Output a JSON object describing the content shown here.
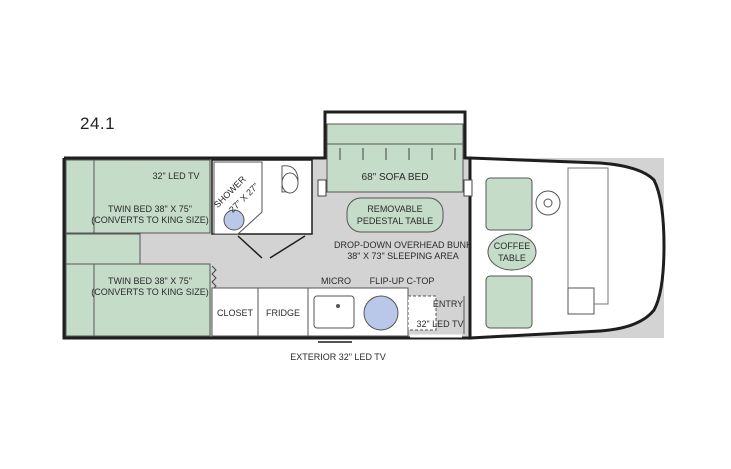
{
  "model": "24.1",
  "labels": {
    "led_tv_bed": "32\" LED TV",
    "twin_bed_top": "TWIN BED 38\" X 75\"",
    "twin_bed_top_sub": "(CONVERTS TO KING SIZE)",
    "twin_bed_bottom": "TWIN BED 38\" X 75\"",
    "twin_bed_bottom_sub": "(CONVERTS TO KING SIZE)",
    "shower": "SHOWER",
    "shower_size": "27\" X 27\"",
    "sofa_bed": "68\" SOFA BED",
    "pedestal_1": "REMOVABLE",
    "pedestal_2": "PEDESTAL TABLE",
    "bunk_1": "DROP-DOWN OVERHEAD BUNK",
    "bunk_2": "38\" X 73\" SLEEPING AREA",
    "coffee_1": "COFFEE",
    "coffee_2": "TABLE",
    "micro": "MICRO",
    "flip_up": "FLIP-UP C-TOP",
    "entry": "ENTRY",
    "led_tv_entry": "32\" LED TV",
    "closet": "CLOSET",
    "fridge": "FRIDGE",
    "exterior_tv": "EXTERIOR 32\" LED TV"
  },
  "colors": {
    "furniture": "#c5dcc8",
    "floor": "#d3d3d3",
    "wall": "#1e1e1e",
    "sink": "#b9c8e8"
  }
}
